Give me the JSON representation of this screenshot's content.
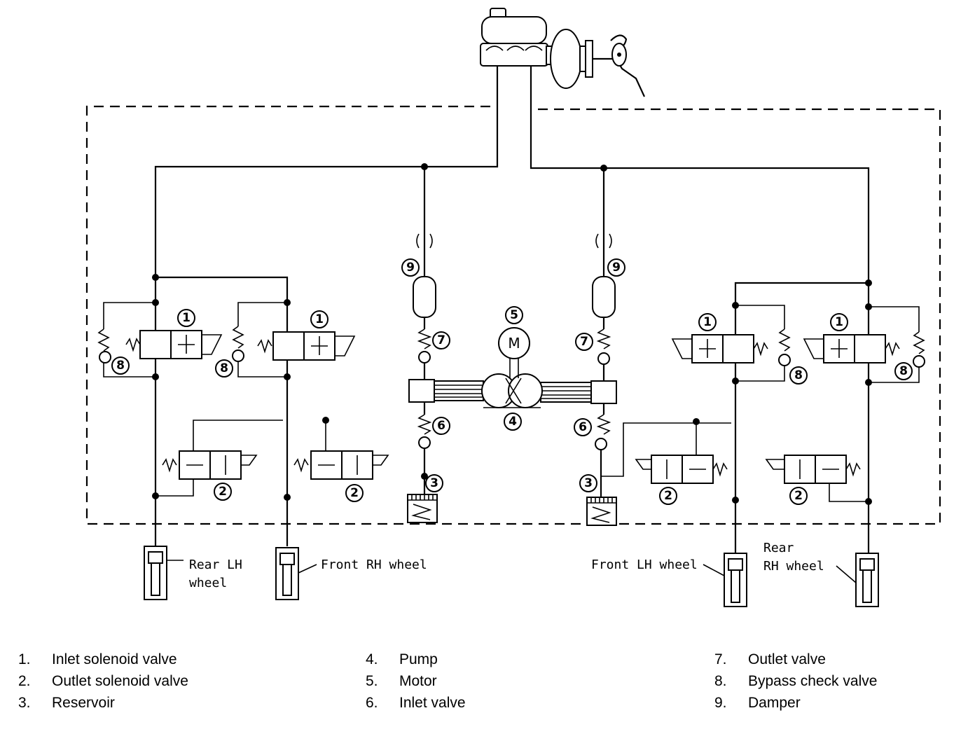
{
  "wheels": {
    "rear_lh": [
      "Rear LH",
      "wheel"
    ],
    "front_rh": "Front RH wheel",
    "front_lh": "Front LH wheel",
    "rear_rh": [
      "Rear",
      "RH wheel"
    ]
  },
  "legend": [
    {
      "num": "1.",
      "text": "Inlet solenoid valve"
    },
    {
      "num": "2.",
      "text": "Outlet solenoid valve"
    },
    {
      "num": "3.",
      "text": "Reservoir"
    },
    {
      "num": "4.",
      "text": "Pump"
    },
    {
      "num": "5.",
      "text": "Motor"
    },
    {
      "num": "6.",
      "text": "Inlet valve"
    },
    {
      "num": "7.",
      "text": "Outlet valve"
    },
    {
      "num": "8.",
      "text": "Bypass check valve"
    },
    {
      "num": "9.",
      "text": "Damper"
    }
  ],
  "callout_numbers": [
    "1",
    "2",
    "3",
    "4",
    "5",
    "6",
    "7",
    "8",
    "9"
  ],
  "motor_symbol": "M"
}
